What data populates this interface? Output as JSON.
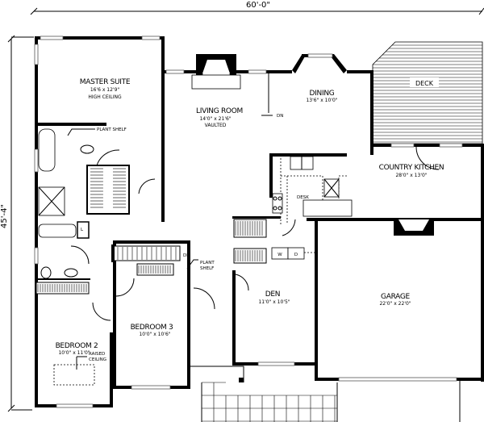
{
  "dimensions": {
    "width": "60'-0\"",
    "depth": "45'-4\""
  },
  "rooms": {
    "master_suite": {
      "name": "MASTER SUITE",
      "size": "16'6 x 12'9\"",
      "note": "HIGH CEILING"
    },
    "living_room": {
      "name": "LIVING ROOM",
      "size": "14'0\" x 21'6\"",
      "note": "VAULTED"
    },
    "dining": {
      "name": "DINING",
      "size": "13'6\" x 10'0\""
    },
    "country_kitchen": {
      "name": "COUNTRY KITCHEN",
      "size": "28'0\" x 13'0\""
    },
    "den": {
      "name": "DEN",
      "size": "11'0\" x 10'5\""
    },
    "garage": {
      "name": "GARAGE",
      "size": "22'0\" x 22'0\""
    },
    "bedroom_2": {
      "name": "BEDROOM 2",
      "size": "10'0\" x 11'0\""
    },
    "bedroom_3": {
      "name": "BEDROOM 3",
      "size": "10'0\" x 10'6\""
    }
  },
  "labels": {
    "deck": "DECK",
    "plant_shelf_master": "PLANT SHELF",
    "plant_shelf_hall_1": "PLANT",
    "plant_shelf_hall_2": "SHELF",
    "dn_living": "DN",
    "dn_stair": "DN",
    "desk": "DESK",
    "washer": "W",
    "dryer": "D",
    "linen": "L",
    "raised_ceiling_1": "RAISED",
    "raised_ceiling_2": "CEILING"
  }
}
